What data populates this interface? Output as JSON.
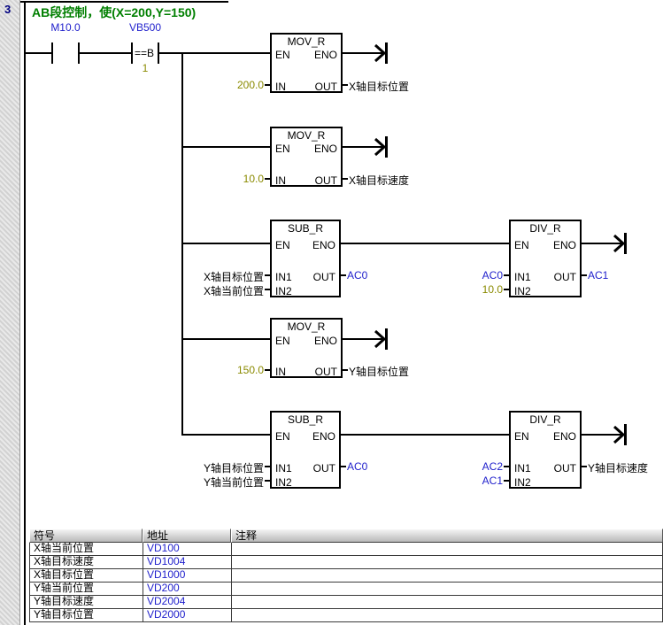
{
  "colors": {
    "network_title_green": "#007F00",
    "operand_blue": "#2121CC",
    "constant_olive": "#8A8A00",
    "network_number_navy": "#000080"
  },
  "network": {
    "number": "3",
    "title": "AB段控制，使(X=200,Y=150)"
  },
  "ladder": {
    "contacts": [
      {
        "label": "M10.0"
      },
      {
        "label": "VB500",
        "operator": "==B",
        "operand": "1"
      }
    ],
    "blocks": [
      {
        "title": "MOV_R",
        "en": "EN",
        "eno": "ENO",
        "in": "IN",
        "out": "OUT",
        "in_value": "200.0",
        "out_value": "X轴目标位置"
      },
      {
        "title": "MOV_R",
        "en": "EN",
        "eno": "ENO",
        "in": "IN",
        "out": "OUT",
        "in_value": "10.0",
        "out_value": "X轴目标速度"
      },
      {
        "title": "SUB_R",
        "en": "EN",
        "eno": "ENO",
        "in1": "IN1",
        "in2": "IN2",
        "out": "OUT",
        "in1_value": "X轴目标位置",
        "in2_value": "X轴当前位置",
        "out_value": "AC0"
      },
      {
        "title": "DIV_R",
        "en": "EN",
        "eno": "ENO",
        "in1": "IN1",
        "in2": "IN2",
        "out": "OUT",
        "in1_value": "AC0",
        "in2_value": "10.0",
        "out_value": "AC1"
      },
      {
        "title": "MOV_R",
        "en": "EN",
        "eno": "ENO",
        "in": "IN",
        "out": "OUT",
        "in_value": "150.0",
        "out_value": "Y轴目标位置"
      },
      {
        "title": "SUB_R",
        "en": "EN",
        "eno": "ENO",
        "in1": "IN1",
        "in2": "IN2",
        "out": "OUT",
        "in1_value": "Y轴目标位置",
        "in2_value": "Y轴当前位置",
        "out_value": "AC0"
      },
      {
        "title": "DIV_R",
        "en": "EN",
        "eno": "ENO",
        "in1": "IN1",
        "in2": "IN2",
        "out": "OUT",
        "in1_value": "AC2",
        "in2_value": "AC1",
        "out_value": "Y轴目标速度"
      }
    ]
  },
  "symbol_table": {
    "headers": [
      "符号",
      "地址",
      "注释"
    ],
    "rows": [
      {
        "symbol": "X轴当前位置",
        "address": "VD100",
        "comment": ""
      },
      {
        "symbol": "X轴目标速度",
        "address": "VD1004",
        "comment": ""
      },
      {
        "symbol": "X轴目标位置",
        "address": "VD1000",
        "comment": ""
      },
      {
        "symbol": "Y轴当前位置",
        "address": "VD200",
        "comment": ""
      },
      {
        "symbol": "Y轴目标速度",
        "address": "VD2004",
        "comment": ""
      },
      {
        "symbol": "Y轴目标位置",
        "address": "VD2000",
        "comment": ""
      }
    ]
  }
}
